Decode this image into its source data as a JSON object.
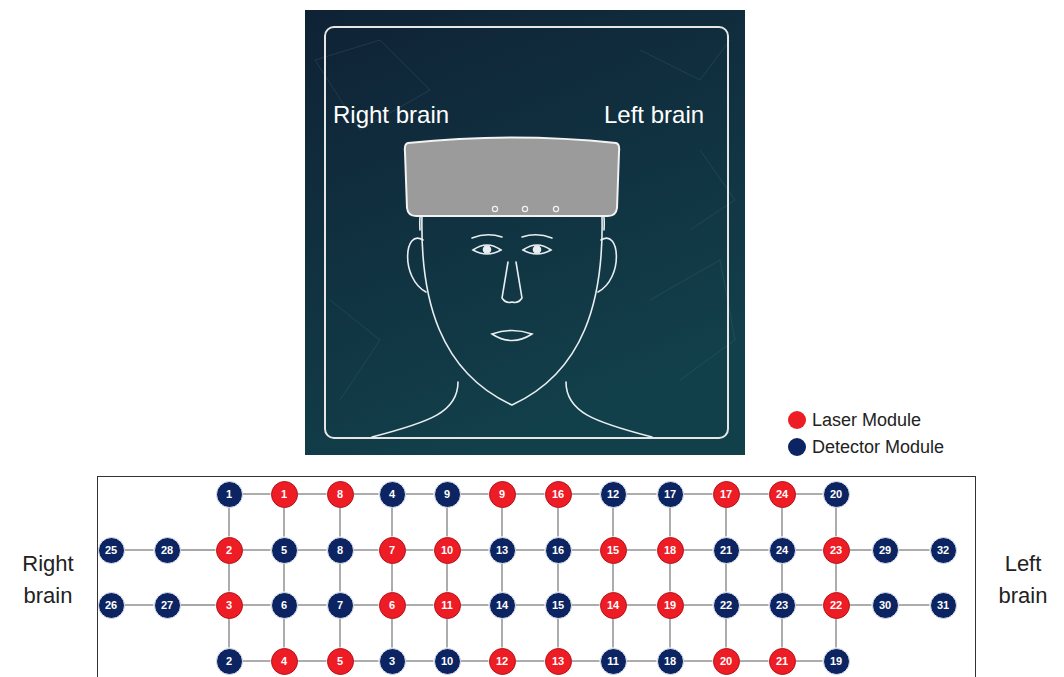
{
  "diagram": {
    "nodes": [
      {
        "text": [
          "1"
        ]
      },
      {
        "text": [
          "1"
        ]
      },
      {
        "text": [
          "8"
        ]
      },
      {
        "text": [
          "4"
        ]
      },
      {
        "text": [
          "9"
        ]
      },
      {
        "text": [
          "9"
        ]
      },
      {
        "text": [
          "16"
        ]
      },
      {
        "text": [
          "12"
        ]
      },
      {
        "text": [
          "17"
        ]
      },
      {
        "text": [
          "17"
        ]
      },
      {
        "text": [
          "24"
        ]
      },
      {
        "text": [
          "20"
        ]
      },
      {
        "text": [
          "25"
        ]
      },
      {
        "text": [
          "28"
        ]
      },
      {
        "text": [
          "2"
        ]
      },
      {
        "text": [
          "5"
        ]
      },
      {
        "text": [
          "8"
        ]
      },
      {
        "text": [
          "7"
        ]
      },
      {
        "text": [
          "10"
        ]
      },
      {
        "text": [
          "13"
        ]
      },
      {
        "text": [
          "16"
        ]
      },
      {
        "text": [
          "15"
        ]
      },
      {
        "text": [
          "18"
        ]
      },
      {
        "text": [
          "21"
        ]
      },
      {
        "text": [
          "24"
        ]
      },
      {
        "text": [
          "23"
        ]
      },
      {
        "text": [
          "29"
        ]
      },
      {
        "text": [
          "32"
        ]
      },
      {
        "text": [
          "26"
        ]
      },
      {
        "text": [
          "27"
        ]
      },
      {
        "text": [
          "3"
        ]
      },
      {
        "text": [
          "6"
        ]
      },
      {
        "text": [
          "7"
        ]
      },
      {
        "text": [
          "6"
        ]
      },
      {
        "text": [
          "11"
        ]
      },
      {
        "text": [
          "14"
        ]
      },
      {
        "text": [
          "15"
        ]
      },
      {
        "text": [
          "14"
        ]
      },
      {
        "text": [
          "19"
        ]
      },
      {
        "text": [
          "22"
        ]
      },
      {
        "text": [
          "23"
        ]
      },
      {
        "text": [
          "22"
        ]
      },
      {
        "text": [
          "30"
        ]
      },
      {
        "text": [
          "31"
        ]
      },
      {
        "text": [
          "2"
        ]
      },
      {
        "text": [
          "4"
        ]
      },
      {
        "text": [
          "5"
        ]
      },
      {
        "text": [
          "3"
        ]
      },
      {
        "text": [
          "10"
        ]
      },
      {
        "text": [
          "12"
        ]
      },
      {
        "text": [
          "13"
        ]
      },
      {
        "text": [
          "11"
        ]
      },
      {
        "text": [
          "18"
        ]
      },
      {
        "text": [
          "20"
        ]
      },
      {
        "text": [
          "21"
        ]
      },
      {
        "text": [
          "19"
        ]
      }
    ],
    "edges": [
      {
        "from": 0,
        "to": 1,
        "arrow": "none"
      },
      {
        "from": 1,
        "to": 2,
        "arrow": "none"
      },
      {
        "from": 2,
        "to": 3,
        "arrow": "none"
      },
      {
        "from": 3,
        "to": 4,
        "arrow": "none"
      },
      {
        "from": 4,
        "to": 5,
        "arrow": "none"
      },
      {
        "from": 5,
        "to": 6,
        "arrow": "none"
      },
      {
        "from": 6,
        "to": 7,
        "arrow": "none"
      },
      {
        "from": 7,
        "to": 8,
        "arrow": "none"
      },
      {
        "from": 8,
        "to": 9,
        "arrow": "none"
      },
      {
        "from": 9,
        "to": 10,
        "arrow": "none"
      },
      {
        "from": 10,
        "to": 11,
        "arrow": "none"
      },
      {
        "from": 12,
        "to": 13,
        "arrow": "none"
      },
      {
        "from": 13,
        "to": 14,
        "arrow": "none"
      },
      {
        "from": 14,
        "to": 15,
        "arrow": "none"
      },
      {
        "from": 15,
        "to": 16,
        "arrow": "none"
      },
      {
        "from": 16,
        "to": 17,
        "arrow": "none"
      },
      {
        "from": 17,
        "to": 18,
        "arrow": "none"
      },
      {
        "from": 18,
        "to": 19,
        "arrow": "none"
      },
      {
        "from": 19,
        "to": 20,
        "arrow": "none"
      },
      {
        "from": 20,
        "to": 21,
        "arrow": "none"
      },
      {
        "from": 21,
        "to": 22,
        "arrow": "none"
      },
      {
        "from": 22,
        "to": 23,
        "arrow": "none"
      },
      {
        "from": 23,
        "to": 24,
        "arrow": "none"
      },
      {
        "from": 24,
        "to": 25,
        "arrow": "none"
      },
      {
        "from": 25,
        "to": 26,
        "arrow": "none"
      },
      {
        "from": 26,
        "to": 27,
        "arrow": "none"
      },
      {
        "from": 28,
        "to": 29,
        "arrow": "none"
      },
      {
        "from": 29,
        "to": 30,
        "arrow": "none"
      },
      {
        "from": 30,
        "to": 31,
        "arrow": "none"
      },
      {
        "from": 31,
        "to": 32,
        "arrow": "none"
      },
      {
        "from": 32,
        "to": 33,
        "arrow": "none"
      },
      {
        "from": 33,
        "to": 34,
        "arrow": "none"
      },
      {
        "from": 34,
        "to": 35,
        "arrow": "none"
      },
      {
        "from": 35,
        "to": 36,
        "arrow": "none"
      },
      {
        "from": 36,
        "to": 37,
        "arrow": "none"
      },
      {
        "from": 37,
        "to": 38,
        "arrow": "none"
      },
      {
        "from": 38,
        "to": 39,
        "arrow": "none"
      },
      {
        "from": 39,
        "to": 40,
        "arrow": "none"
      },
      {
        "from": 40,
        "to": 41,
        "arrow": "none"
      },
      {
        "from": 41,
        "to": 42,
        "arrow": "none"
      },
      {
        "from": 42,
        "to": 43,
        "arrow": "none"
      },
      {
        "from": 44,
        "to": 45,
        "arrow": "none"
      },
      {
        "from": 45,
        "to": 46,
        "arrow": "none"
      },
      {
        "from": 46,
        "to": 47,
        "arrow": "none"
      },
      {
        "from": 47,
        "to": 48,
        "arrow": "none"
      },
      {
        "from": 48,
        "to": 49,
        "arrow": "none"
      },
      {
        "from": 49,
        "to": 50,
        "arrow": "none"
      },
      {
        "from": 50,
        "to": 51,
        "arrow": "none"
      },
      {
        "from": 51,
        "to": 52,
        "arrow": "none"
      },
      {
        "from": 52,
        "to": 53,
        "arrow": "none"
      },
      {
        "from": 53,
        "to": 54,
        "arrow": "none"
      },
      {
        "from": 54,
        "to": 55,
        "arrow": "none"
      },
      {
        "from": 0,
        "to": 14,
        "arrow": "none"
      },
      {
        "from": 14,
        "to": 30,
        "arrow": "none"
      },
      {
        "from": 30,
        "to": 44,
        "arrow": "none"
      },
      {
        "from": 1,
        "to": 15,
        "arrow": "none"
      },
      {
        "from": 15,
        "to": 31,
        "arrow": "none"
      },
      {
        "from": 31,
        "to": 45,
        "arrow": "none"
      },
      {
        "from": 2,
        "to": 16,
        "arrow": "none"
      },
      {
        "from": 16,
        "to": 32,
        "arrow": "none"
      },
      {
        "from": 32,
        "to": 46,
        "arrow": "none"
      },
      {
        "from": 3,
        "to": 17,
        "arrow": "none"
      },
      {
        "from": 17,
        "to": 33,
        "arrow": "none"
      },
      {
        "from": 33,
        "to": 47,
        "arrow": "none"
      },
      {
        "from": 4,
        "to": 18,
        "arrow": "none"
      },
      {
        "from": 18,
        "to": 34,
        "arrow": "none"
      },
      {
        "from": 34,
        "to": 48,
        "arrow": "none"
      },
      {
        "from": 5,
        "to": 19,
        "arrow": "none"
      },
      {
        "from": 19,
        "to": 35,
        "arrow": "none"
      },
      {
        "from": 35,
        "to": 49,
        "arrow": "none"
      },
      {
        "from": 6,
        "to": 20,
        "arrow": "none"
      },
      {
        "from": 20,
        "to": 36,
        "arrow": "none"
      },
      {
        "from": 36,
        "to": 50,
        "arrow": "none"
      },
      {
        "from": 7,
        "to": 21,
        "arrow": "none"
      },
      {
        "from": 21,
        "to": 37,
        "arrow": "none"
      },
      {
        "from": 37,
        "to": 51,
        "arrow": "none"
      },
      {
        "from": 8,
        "to": 22,
        "arrow": "none"
      },
      {
        "from": 22,
        "to": 38,
        "arrow": "none"
      },
      {
        "from": 38,
        "to": 52,
        "arrow": "none"
      },
      {
        "from": 9,
        "to": 23,
        "arrow": "none"
      },
      {
        "from": 23,
        "to": 39,
        "arrow": "none"
      },
      {
        "from": 39,
        "to": 53,
        "arrow": "none"
      },
      {
        "from": 10,
        "to": 24,
        "arrow": "none"
      },
      {
        "from": 24,
        "to": 40,
        "arrow": "none"
      },
      {
        "from": 40,
        "to": 54,
        "arrow": "none"
      },
      {
        "from": 11,
        "to": 25,
        "arrow": "none"
      },
      {
        "from": 25,
        "to": 41,
        "arrow": "none"
      },
      {
        "from": 41,
        "to": 55,
        "arrow": "none"
      }
    ],
    "labels": [
      "Right brain",
      "Left brain",
      "Right brain",
      "Left brain"
    ],
    "legend": [
      {
        "text": "Laser Module",
        "color": "#ee1c24"
      },
      {
        "text": "Detector Module",
        "color": "#0c2461"
      }
    ]
  }
}
